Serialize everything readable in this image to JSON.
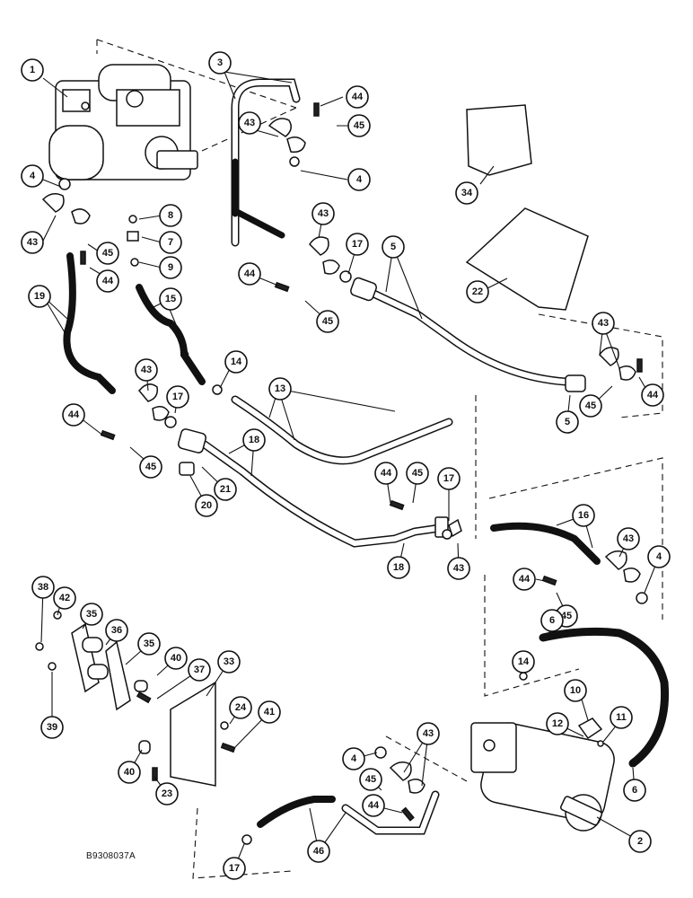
{
  "reference_code": "B9308037A",
  "callouts": [
    {
      "label": "1"
    },
    {
      "label": "3"
    },
    {
      "label": "44"
    },
    {
      "label": "45"
    },
    {
      "label": "43"
    },
    {
      "label": "4"
    },
    {
      "label": "34"
    },
    {
      "label": "4"
    },
    {
      "label": "8"
    },
    {
      "label": "43"
    },
    {
      "label": "7"
    },
    {
      "label": "45"
    },
    {
      "label": "9"
    },
    {
      "label": "44"
    },
    {
      "label": "43"
    },
    {
      "label": "17"
    },
    {
      "label": "5"
    },
    {
      "label": "22"
    },
    {
      "label": "44"
    },
    {
      "label": "45"
    },
    {
      "label": "19"
    },
    {
      "label": "15"
    },
    {
      "label": "43"
    },
    {
      "label": "14"
    },
    {
      "label": "43"
    },
    {
      "label": "17"
    },
    {
      "label": "13"
    },
    {
      "label": "44"
    },
    {
      "label": "45"
    },
    {
      "label": "44"
    },
    {
      "label": "45"
    },
    {
      "label": "18"
    },
    {
      "label": "5"
    },
    {
      "label": "21"
    },
    {
      "label": "20"
    },
    {
      "label": "44"
    },
    {
      "label": "45"
    },
    {
      "label": "17"
    },
    {
      "label": "16"
    },
    {
      "label": "43"
    },
    {
      "label": "18"
    },
    {
      "label": "43"
    },
    {
      "label": "4"
    },
    {
      "label": "44"
    },
    {
      "label": "45"
    },
    {
      "label": "38"
    },
    {
      "label": "42"
    },
    {
      "label": "35"
    },
    {
      "label": "36"
    },
    {
      "label": "35"
    },
    {
      "label": "40"
    },
    {
      "label": "14"
    },
    {
      "label": "6"
    },
    {
      "label": "37"
    },
    {
      "label": "33"
    },
    {
      "label": "10"
    },
    {
      "label": "39"
    },
    {
      "label": "24"
    },
    {
      "label": "41"
    },
    {
      "label": "12"
    },
    {
      "label": "11"
    },
    {
      "label": "40"
    },
    {
      "label": "4"
    },
    {
      "label": "43"
    },
    {
      "label": "6"
    },
    {
      "label": "23"
    },
    {
      "label": "45"
    },
    {
      "label": "44"
    },
    {
      "label": "17"
    },
    {
      "label": "46"
    },
    {
      "label": "2"
    }
  ]
}
